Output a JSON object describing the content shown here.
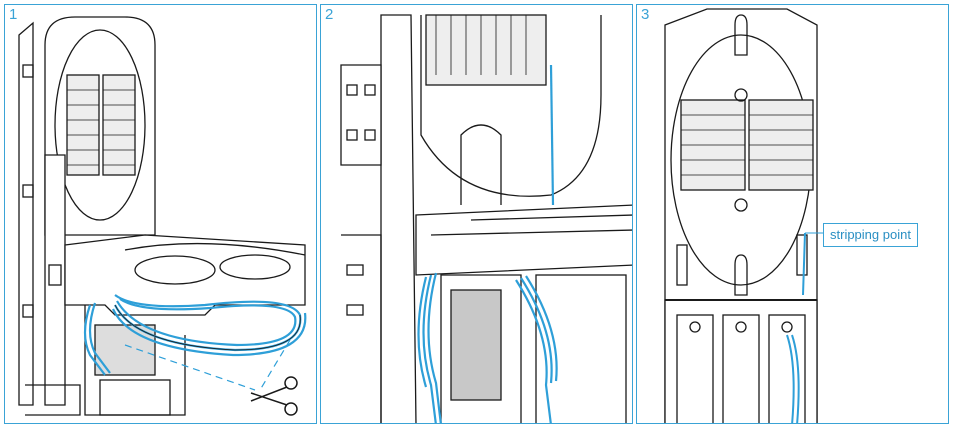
{
  "panels": [
    {
      "number": "1"
    },
    {
      "number": "2"
    },
    {
      "number": "3"
    }
  ],
  "callout": {
    "label": "stripping point"
  },
  "colors": {
    "frame": "#3aa3d6",
    "fiber": "#2e9fd8",
    "line": "#1a1a1a",
    "shade": "#c8c8c8"
  },
  "icons": [
    "scissors-icon"
  ]
}
